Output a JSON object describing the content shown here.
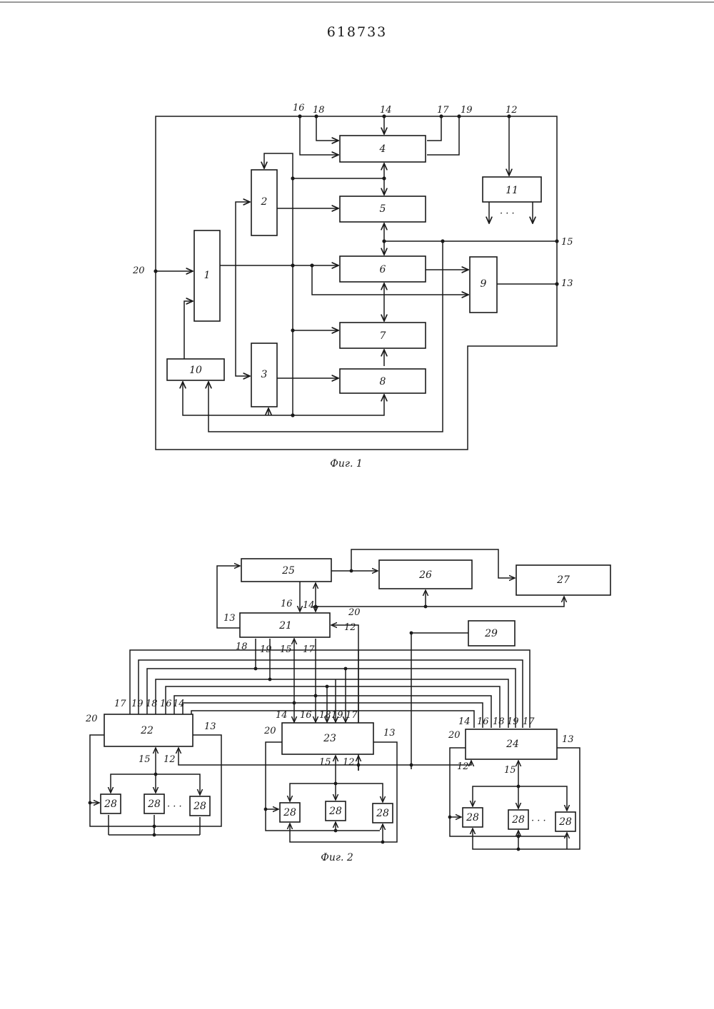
{
  "document": {
    "number": "618733"
  },
  "fig1": {
    "caption": "Фиг. 1",
    "blocks": [
      "1",
      "2",
      "3",
      "4",
      "5",
      "6",
      "7",
      "8",
      "9",
      "10",
      "11"
    ],
    "terminals": {
      "t16": "16",
      "t18": "18",
      "t14": "14",
      "t17": "17",
      "t19": "19",
      "t12": "12",
      "t15": "15",
      "t13": "13",
      "t20": "20"
    },
    "dots": "· · ·"
  },
  "fig2": {
    "caption": "Фиг. 2",
    "blocks": {
      "b25": "25",
      "b26": "26",
      "b27": "27",
      "b21": "21",
      "b29": "29",
      "b22": "22",
      "b23": "23",
      "b24": "24",
      "b28": "28"
    },
    "labels": {
      "l16": "16",
      "l14": "14",
      "l20": "20",
      "l13": "13",
      "l12": "12",
      "l18": "18",
      "l19": "19",
      "l15": "15",
      "l17": "17"
    },
    "dots": "· · ·"
  }
}
